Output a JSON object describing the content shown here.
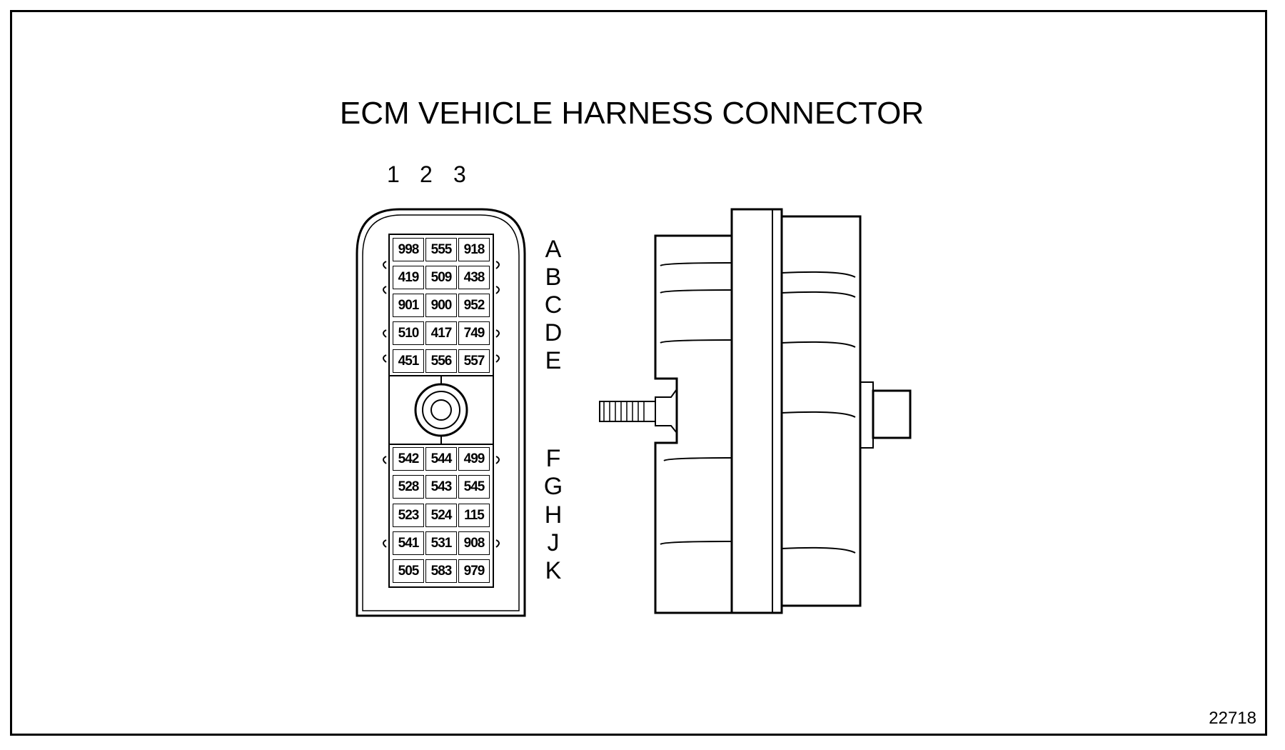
{
  "title": "ECM VEHICLE HARNESS CONNECTOR",
  "figure_id": "22718",
  "column_labels": [
    "1",
    "2",
    "3"
  ],
  "upper_rows": [
    {
      "label": "A",
      "pins": [
        "998",
        "555",
        "918"
      ]
    },
    {
      "label": "B",
      "pins": [
        "419",
        "509",
        "438"
      ]
    },
    {
      "label": "C",
      "pins": [
        "901",
        "900",
        "952"
      ]
    },
    {
      "label": "D",
      "pins": [
        "510",
        "417",
        "749"
      ]
    },
    {
      "label": "E",
      "pins": [
        "451",
        "556",
        "557"
      ]
    }
  ],
  "lower_rows": [
    {
      "label": "F",
      "pins": [
        "542",
        "544",
        "499"
      ]
    },
    {
      "label": "G",
      "pins": [
        "528",
        "543",
        "545"
      ]
    },
    {
      "label": "H",
      "pins": [
        "523",
        "524",
        "115"
      ]
    },
    {
      "label": "J",
      "pins": [
        "541",
        "531",
        "908"
      ]
    },
    {
      "label": "K",
      "pins": [
        "505",
        "583",
        "979"
      ]
    }
  ]
}
